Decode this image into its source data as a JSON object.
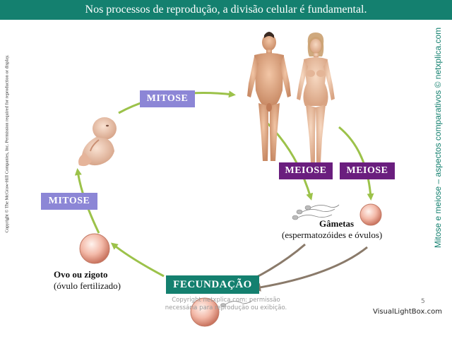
{
  "header": {
    "title": "Nos processos de reprodução, a divisão celular é fundamental."
  },
  "labels": {
    "mitose_top": "MITOSE",
    "mitose_left": "MITOSE",
    "meiose_1": "MEIOSE",
    "meiose_2": "MEIOSE",
    "fecundacao": "FECUNDAÇÃO",
    "gametas_title": "Gâmetas",
    "gametas_sub": "(espermatozóides e óvulos)",
    "ovo_title": "Ovo ou zigoto",
    "ovo_sub": "(óvulo fertilizado)"
  },
  "side_text": {
    "left_copyright": "Copyright © The McGraw-Hill Companies, Inc. Permission required for reproduction or display.",
    "right_vertical": "Mitose e meiose – aspectos comparativos © netxplica.com"
  },
  "footer": {
    "copyright_line1": "Copyright netxplica.com: permissão",
    "copyright_line2": "necessária para reprodução ou exibição.",
    "page_number": "5",
    "watermark": "VisualLightBox.com"
  },
  "colors": {
    "header_bg": "#14806f",
    "mitose_box": "#8c86d6",
    "meiose_box": "#6a1e7e",
    "fecundacao_box": "#14806f",
    "cycle_arrow": "#9cc24a",
    "fecundation_arrow": "#8a7a6a"
  }
}
